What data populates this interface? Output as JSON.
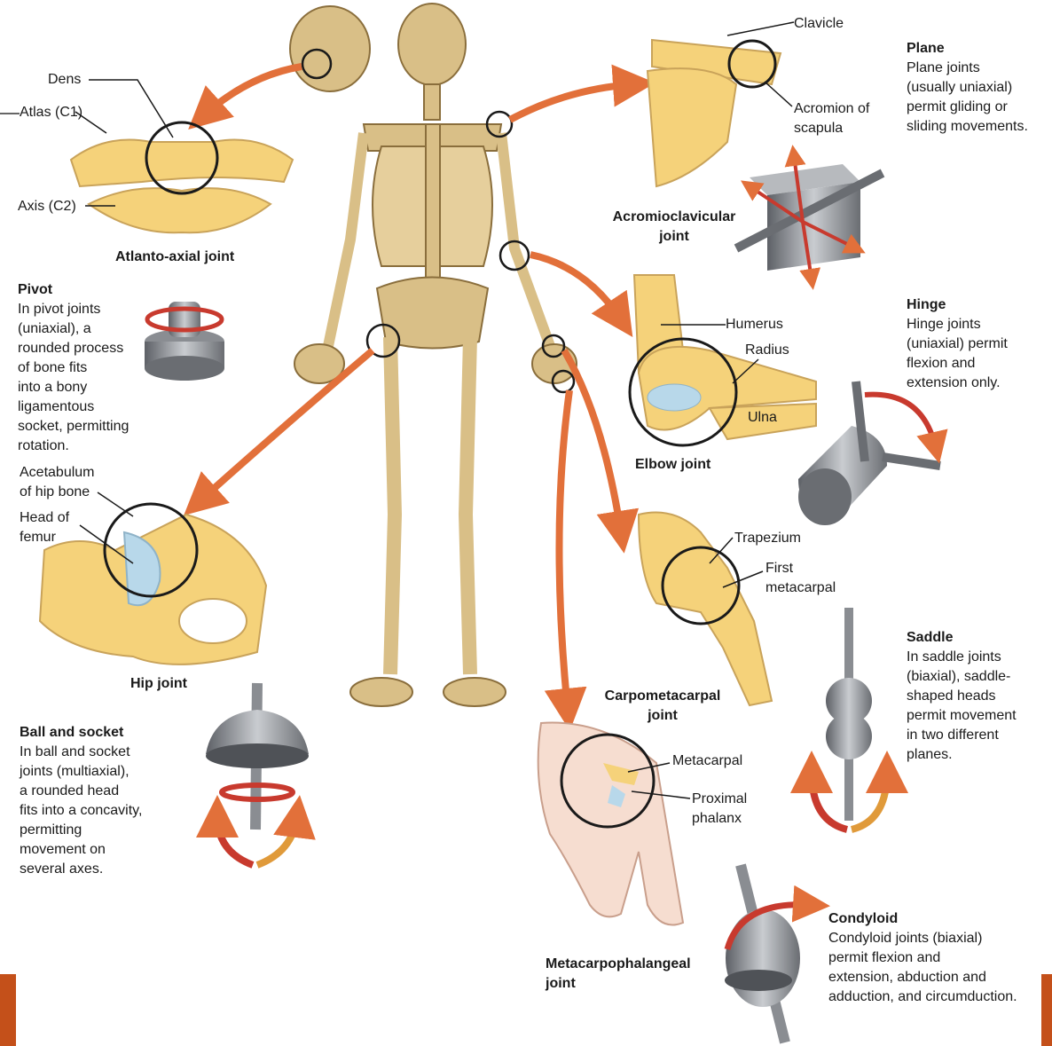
{
  "labels": {
    "clavicle": "Clavicle",
    "acromion": "Acromion of\nscapula",
    "acromioclavicular": "Acromioclavicular\njoint",
    "dens": "Dens",
    "atlas": "Atlas (C1)",
    "axis": "Axis (C2)",
    "atlanto_axial": "Atlanto-axial joint",
    "humerus": "Humerus",
    "radius": "Radius",
    "ulna": "Ulna",
    "elbow": "Elbow joint",
    "acetabulum": "Acetabulum\nof hip bone",
    "head_femur": "Head of\nfemur",
    "hip": "Hip joint",
    "trapezium": "Trapezium",
    "first_metacarpal": "First\nmetacarpal",
    "carpometacarpal": "Carpometacarpal\njoint",
    "metacarpal": "Metacarpal",
    "proximal_phalanx": "Proximal\nphalanx",
    "metacarpophalangeal": "Metacarpophalangeal\njoint"
  },
  "joint_types": {
    "plane": {
      "title": "Plane",
      "text": "Plane joints\n(usually uniaxial)\npermit gliding or\nsliding movements."
    },
    "pivot": {
      "title": "Pivot",
      "text": "In pivot joints\n(uniaxial), a\nrounded process\nof bone fits\ninto a bony\nligamentous\nsocket, permitting\nrotation."
    },
    "hinge": {
      "title": "Hinge",
      "text": "Hinge joints\n(uniaxial) permit\nflexion and\nextension only."
    },
    "saddle": {
      "title": "Saddle",
      "text": "In saddle joints\n(biaxial), saddle-\nshaped heads\npermit movement\nin two different\nplanes."
    },
    "ball": {
      "title": "Ball and socket",
      "text": "In ball and socket\njoints (multiaxial),\na rounded head\nfits into a concavity,\npermitting\nmovement on\nseveral axes."
    },
    "condyloid": {
      "title": "Condyloid",
      "text": "Condyloid joints (biaxial)\npermit flexion and\nextension, abduction and\nadduction, and circumduction."
    }
  },
  "colors": {
    "bone": "#f5d27a",
    "bone_dark": "#c9a35a",
    "arrow": "#e2703a",
    "accent_bar": "#c4501a",
    "model_gray": "#8a8d92"
  }
}
